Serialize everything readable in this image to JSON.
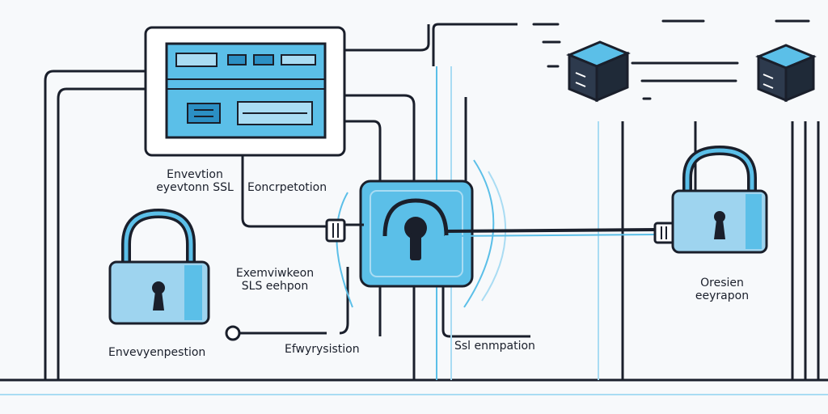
{
  "colors": {
    "ink": "#1a1f2b",
    "accent": "#5bbfe8",
    "accent_light": "#a9dcf3",
    "accent_dark": "#2b8fc4",
    "background": "#f7f9fb"
  },
  "labels": {
    "server_caption_line1": "Envevtion",
    "server_caption_line2": "eyevtonn SSL",
    "encryption_top": "Eoncrpetotion",
    "left_lock_caption_line1": "Exemviwkeon",
    "left_lock_caption_line2": "SLS eehpon",
    "bottom_left": "Envevyenpestion",
    "bottom_mid_left": "Efwyrysistion",
    "bottom_mid_right": "Ssl enmpation",
    "right_lock_caption_line1": "Oresien",
    "right_lock_caption_line2": "eeyrapon"
  },
  "icons": {
    "control_panel": "server-panel-icon",
    "central_lock": "keyhole-lock-icon",
    "left_lock": "padlock-icon",
    "right_lock": "padlock-icon",
    "server_block_left": "server-block-icon",
    "server_block_right": "server-block-icon",
    "cable_plug": "cable-plug-icon"
  }
}
